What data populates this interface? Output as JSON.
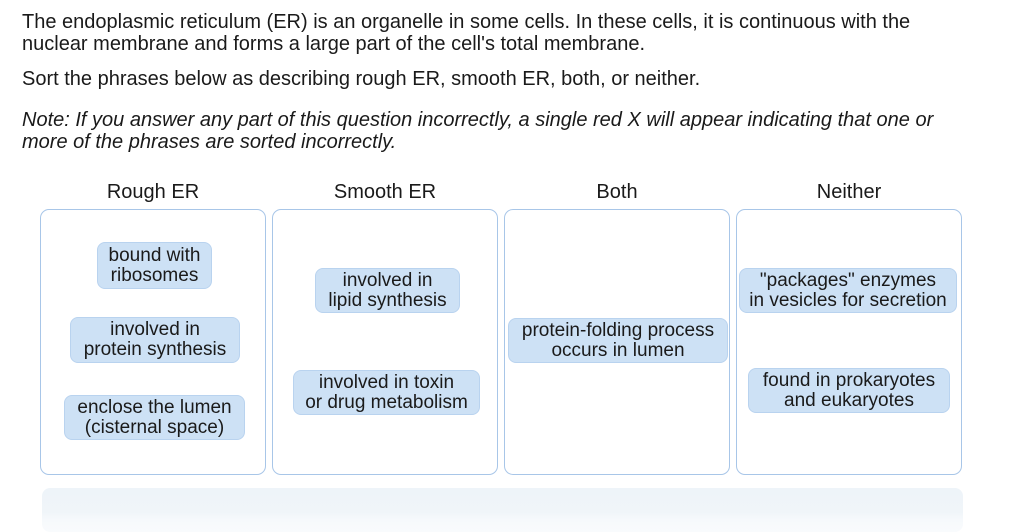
{
  "intro": {
    "p1_lines": [
      "The endoplasmic reticulum (ER) is an organelle in some cells. In these cells, it is continuous with the",
      "nuclear membrane and forms a large part of the cell's total membrane."
    ],
    "instruction": "Sort the phrases below as describing rough ER, smooth ER, both, or neither.",
    "note_lines": [
      "Note: If you answer any part of this question incorrectly, a single red X will appear indicating that one or",
      "more of the phrases are sorted incorrectly."
    ]
  },
  "board": {
    "columns": [
      {
        "label": "Rough ER",
        "chips": [
          {
            "lines": [
              "bound with",
              "ribosomes"
            ]
          },
          {
            "lines": [
              "involved in",
              "protein synthesis"
            ]
          },
          {
            "lines": [
              "enclose the lumen",
              "(cisternal space)"
            ]
          }
        ]
      },
      {
        "label": "Smooth ER",
        "chips": [
          {
            "lines": [
              "involved in",
              "lipid synthesis"
            ]
          },
          {
            "lines": [
              "involved in toxin",
              "or drug metabolism"
            ]
          }
        ]
      },
      {
        "label": "Both",
        "chips": [
          {
            "lines": [
              "protein-folding process",
              "occurs in lumen"
            ]
          }
        ]
      },
      {
        "label": "Neither",
        "chips": [
          {
            "lines": [
              "\"packages\" enzymes",
              "in vesicles for secretion"
            ]
          },
          {
            "lines": [
              "found in prokaryotes",
              "and eukaryotes"
            ]
          }
        ]
      }
    ]
  },
  "colors": {
    "chip_bg": "#cde1f5",
    "chip_border": "#b9d3ef",
    "column_border": "#a8c6e8",
    "text_color": "#1a1a1a"
  }
}
